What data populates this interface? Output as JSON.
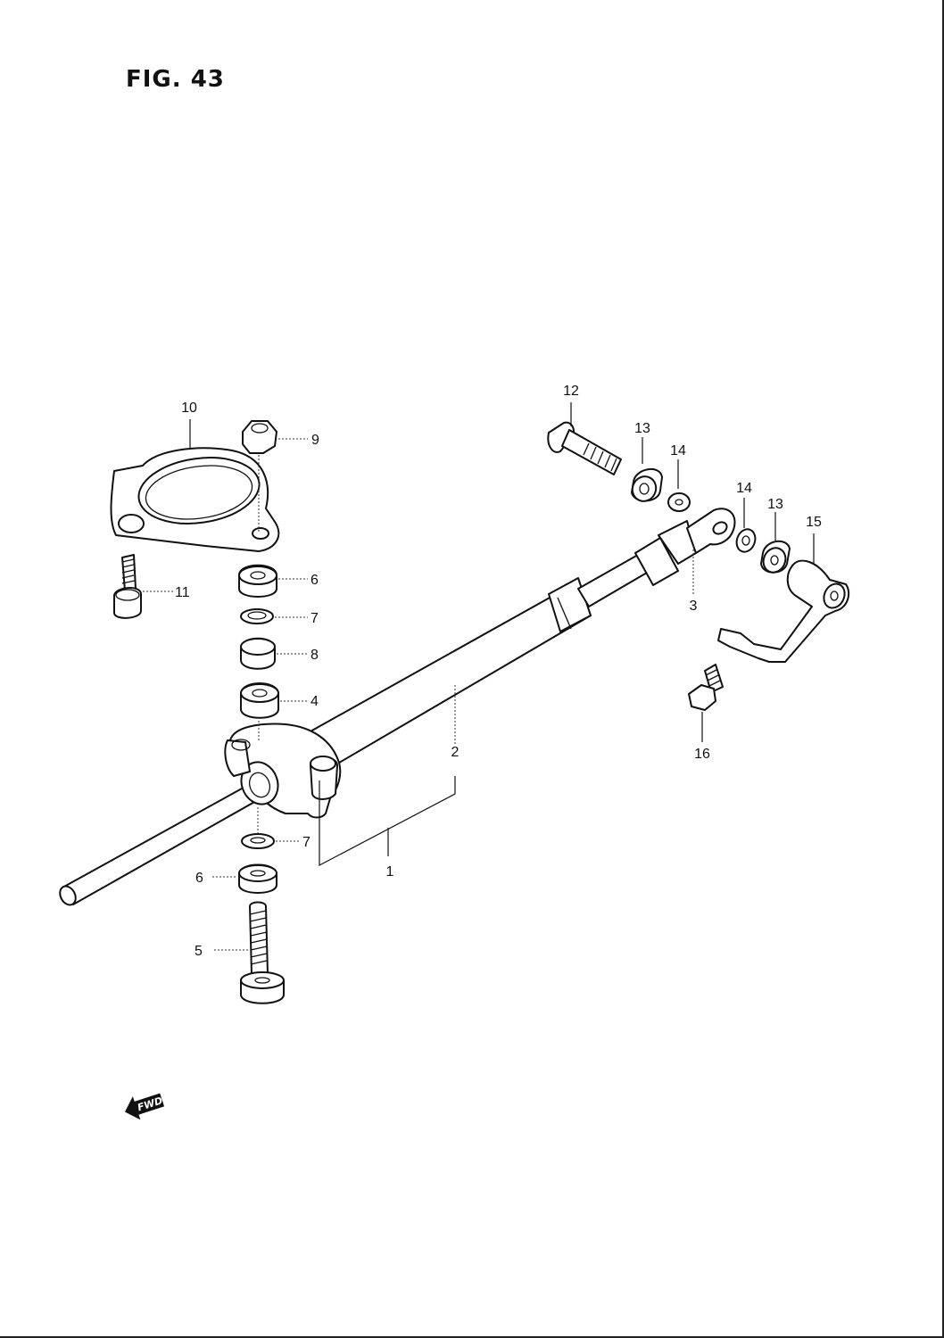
{
  "figure": {
    "title": "FIG. 43"
  },
  "callouts": {
    "c1": "1",
    "c2": "2",
    "c3": "3",
    "c4": "4",
    "c5": "5",
    "c6a": "6",
    "c6b": "6",
    "c7a": "7",
    "c7b": "7",
    "c8": "8",
    "c9": "9",
    "c10": "10",
    "c11": "11",
    "c12": "12",
    "c13a": "13",
    "c13b": "13",
    "c14a": "14",
    "c14b": "14",
    "c15": "15",
    "c16": "16"
  },
  "forward_marker": {
    "label": "FWD",
    "icon": "forward-arrow-icon"
  }
}
